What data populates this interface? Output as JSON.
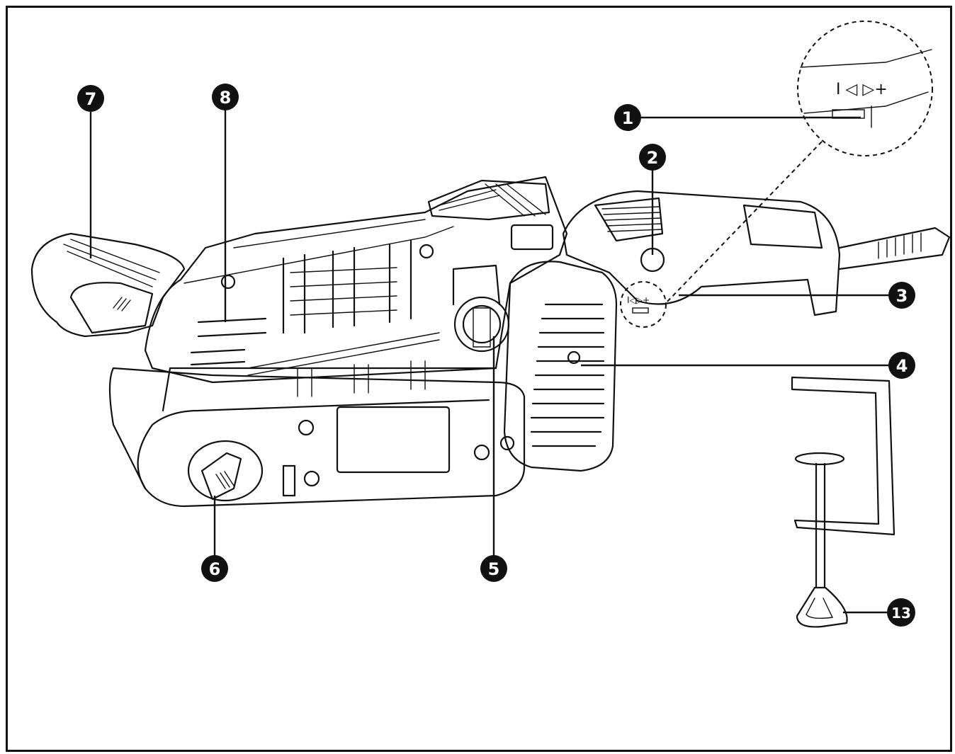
{
  "figure": {
    "callouts": [
      {
        "id": "c1",
        "label": "1"
      },
      {
        "id": "c2",
        "label": "2"
      },
      {
        "id": "c3",
        "label": "3"
      },
      {
        "id": "c4",
        "label": "4"
      },
      {
        "id": "c5",
        "label": "5"
      },
      {
        "id": "c6",
        "label": "6"
      },
      {
        "id": "c7",
        "label": "7"
      },
      {
        "id": "c8",
        "label": "8"
      },
      {
        "id": "c13",
        "label": "13"
      }
    ],
    "switch_symbols": "I ◁ ▷+",
    "switch_symbols_small": "I◁▷+"
  }
}
